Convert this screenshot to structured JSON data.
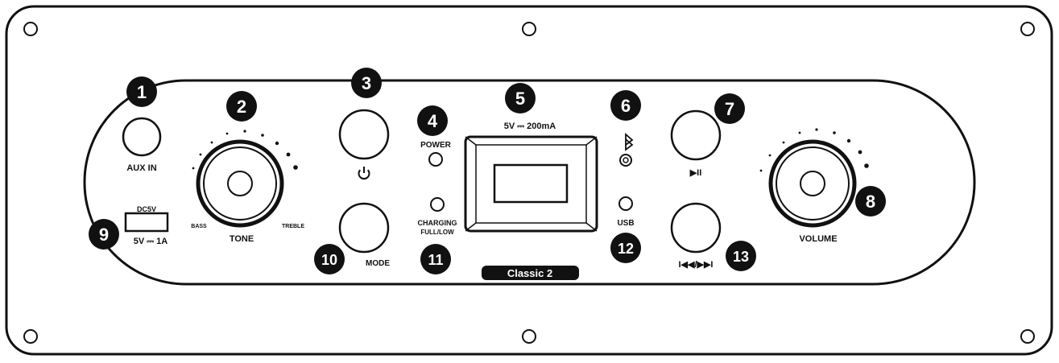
{
  "panel": {
    "aux_in": "AUX IN",
    "tone": "TONE",
    "bass": "BASS",
    "treble": "TREBLE",
    "power": "POWER",
    "usb_port_top": "DC5V",
    "usb_port_rating": "5V ⎓ 1A",
    "display_rating": "5V ⎓ 200mA",
    "charging": "CHARGING",
    "full_low": "FULL/LOW",
    "mode": "MODE",
    "model_name": "Classic 2",
    "usb": "USB",
    "play_pause_symbol": "▶II",
    "skip_symbol": "I◀◀/▶▶I",
    "volume": "VOLUME"
  },
  "callouts": [
    "1",
    "2",
    "3",
    "4",
    "5",
    "6",
    "7",
    "8",
    "9",
    "10",
    "11",
    "12",
    "13"
  ],
  "colors": {
    "ink": "#111111",
    "background": "#ffffff"
  }
}
